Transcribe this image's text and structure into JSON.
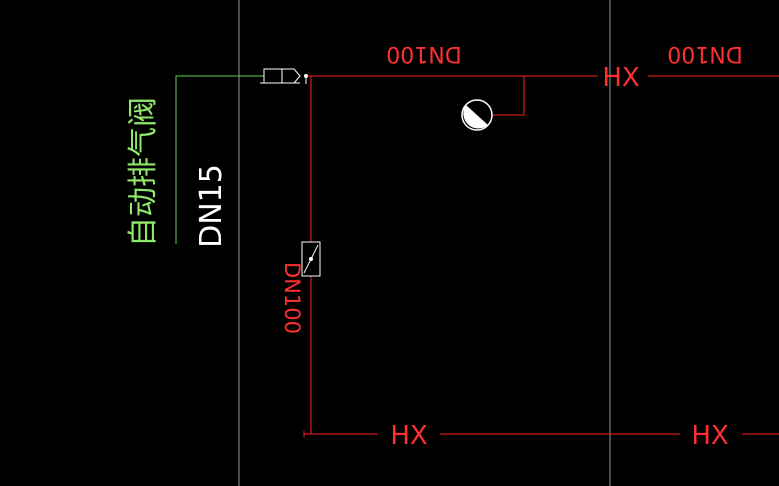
{
  "drawing": {
    "colors": {
      "background": "#000000",
      "pipe": "#ff2020",
      "grid": "#9a9a9a",
      "leader": "#5fd050",
      "symbol": "#ffffff"
    },
    "labels": {
      "pipe_top_left": "DN100",
      "pipe_top_right": "DN100",
      "pipe_vertical": "DN100",
      "hx_top": "HX",
      "hx_bottom_left": "HX",
      "hx_bottom_right": "HX",
      "valve_name": "自动排气阀",
      "valve_size": "DN15"
    },
    "symbols": {
      "air_valve": "automatic-air-vent-valve-icon",
      "pump": "pump-circle-icon",
      "check_valve": "check-valve-icon"
    }
  }
}
